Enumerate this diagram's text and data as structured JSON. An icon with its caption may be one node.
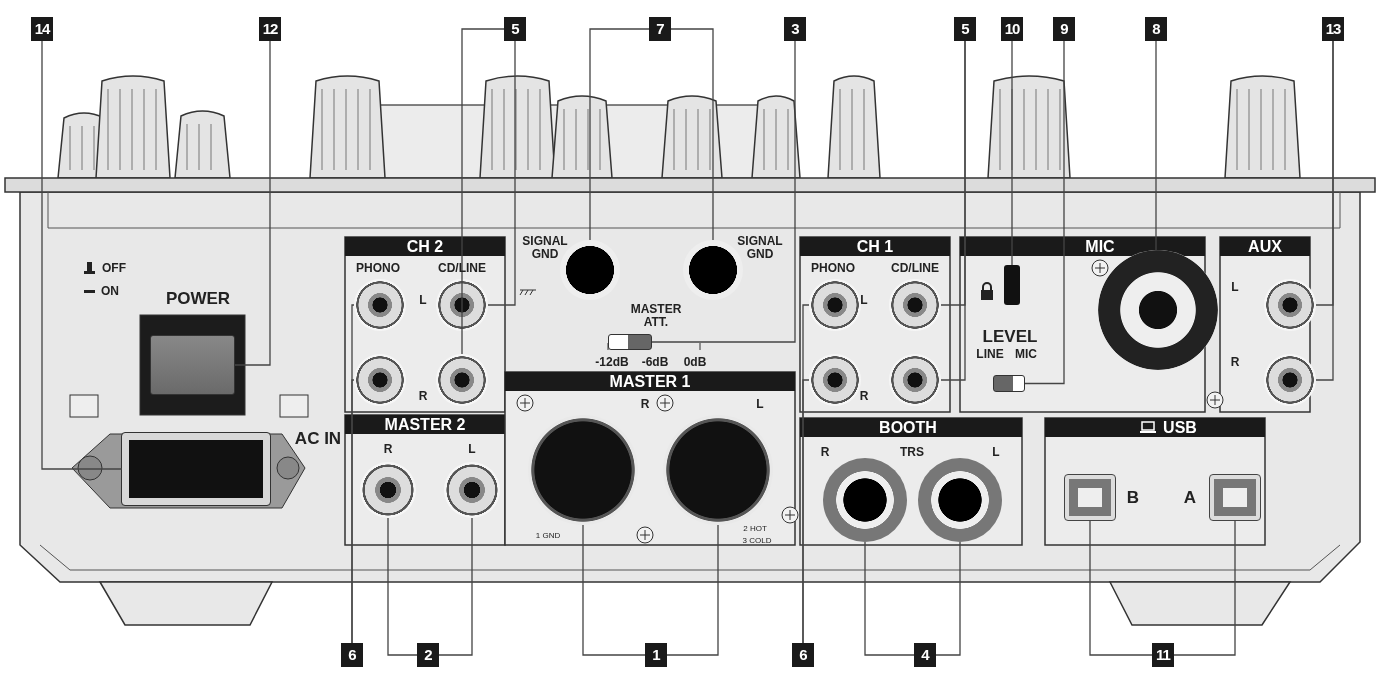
{
  "diagram": {
    "nodes": [
      {
        "text": [
          "14"
        ]
      },
      {
        "text": [
          "12"
        ]
      },
      {
        "text": [
          "5"
        ]
      },
      {
        "text": [
          "7"
        ]
      },
      {
        "text": [
          "3"
        ]
      },
      {
        "text": [
          "5"
        ]
      },
      {
        "text": [
          "10"
        ]
      },
      {
        "text": [
          "9"
        ]
      },
      {
        "text": [
          "8"
        ]
      },
      {
        "text": [
          "13"
        ]
      },
      {
        "text": [
          "6"
        ]
      },
      {
        "text": [
          "2"
        ]
      },
      {
        "text": [
          "1"
        ]
      },
      {
        "text": [
          "6"
        ]
      },
      {
        "text": [
          "4"
        ]
      },
      {
        "text": [
          "11"
        ]
      },
      {
        "text": [],
        "shape": "box"
      },
      {
        "text": [],
        "shape": "box"
      },
      {
        "text": [],
        "shape": "circle"
      },
      {
        "text": [],
        "shape": "circle"
      },
      {
        "text": [],
        "shape": "circle"
      },
      {
        "text": [],
        "shape": "circle"
      },
      {
        "text": [],
        "shape": "circle"
      },
      {
        "text": [],
        "shape": "circle"
      },
      {
        "text": [],
        "shape": "box"
      },
      {
        "text": [],
        "shape": "circle"
      },
      {
        "text": [],
        "shape": "circle"
      },
      {
        "text": [],
        "shape": "circle"
      },
      {
        "text": [],
        "shape": "circle"
      },
      {
        "text": [],
        "shape": "box"
      },
      {
        "text": [],
        "shape": "box"
      },
      {
        "text": [],
        "shape": "circle"
      },
      {
        "text": [],
        "shape": "circle"
      },
      {
        "text": [],
        "shape": "circle"
      },
      {
        "text": [],
        "shape": "circle"
      },
      {
        "text": [],
        "shape": "circle"
      },
      {
        "text": [],
        "shape": "circle"
      },
      {
        "text": [],
        "shape": "circle"
      },
      {
        "text": [],
        "shape": "circle"
      },
      {
        "text": [],
        "shape": "circle"
      },
      {
        "text": [],
        "shape": "box"
      },
      {
        "text": [],
        "shape": "box"
      }
    ],
    "edges": [
      {
        "from": 0,
        "to": 16,
        "arrow": "none"
      },
      {
        "from": 1,
        "to": 17,
        "arrow": "none"
      },
      {
        "from": 2,
        "to": 19,
        "arrow": "none"
      },
      {
        "from": 2,
        "to": 21,
        "arrow": "none"
      },
      {
        "from": 3,
        "to": 22,
        "arrow": "none"
      },
      {
        "from": 3,
        "to": 23,
        "arrow": "none"
      },
      {
        "from": 4,
        "to": 24,
        "arrow": "none"
      },
      {
        "from": 5,
        "to": 26,
        "arrow": "none"
      },
      {
        "from": 5,
        "to": 28,
        "arrow": "none"
      },
      {
        "from": 6,
        "to": 29,
        "arrow": "none"
      },
      {
        "from": 7,
        "to": 30,
        "arrow": "none"
      },
      {
        "from": 8,
        "to": 31,
        "arrow": "none"
      },
      {
        "from": 9,
        "to": 32,
        "arrow": "none"
      },
      {
        "from": 9,
        "to": 33,
        "arrow": "none"
      },
      {
        "from": 10,
        "to": 18,
        "arrow": "none"
      },
      {
        "from": 10,
        "to": 20,
        "arrow": "none"
      },
      {
        "from": 11,
        "to": 34,
        "arrow": "none"
      },
      {
        "from": 11,
        "to": 35,
        "arrow": "none"
      },
      {
        "from": 12,
        "to": 36,
        "arrow": "none"
      },
      {
        "from": 12,
        "to": 37,
        "arrow": "none"
      },
      {
        "from": 13,
        "to": 25,
        "arrow": "none"
      },
      {
        "from": 13,
        "to": 27,
        "arrow": "none"
      },
      {
        "from": 14,
        "to": 38,
        "arrow": "none"
      },
      {
        "from": 14,
        "to": 39,
        "arrow": "none"
      },
      {
        "from": 15,
        "to": 40,
        "arrow": "none"
      },
      {
        "from": 15,
        "to": 41,
        "arrow": "none"
      }
    ],
    "labels": [
      "OFF",
      "ON",
      "POWER",
      "CH 2",
      "SIGNAL GND",
      "SIGNAL GND",
      "CH 1",
      "MIC",
      "AUX",
      "PHONO",
      "CD/LINE",
      "PHONO",
      "CD/LINE",
      "L",
      "L",
      "L",
      "MASTER ATT.",
      "LEVEL",
      "LINE",
      "MIC",
      "-12dB",
      "-6dB",
      "0dB",
      "R",
      "MASTER 1",
      "R",
      "R",
      "R",
      "L",
      "MASTER 2",
      "BOOTH",
      "USB",
      "R",
      "L",
      "R",
      "TRS",
      "L",
      "AC IN",
      "B",
      "A",
      "1 GND",
      "2 HOT",
      "3 COLD"
    ]
  }
}
